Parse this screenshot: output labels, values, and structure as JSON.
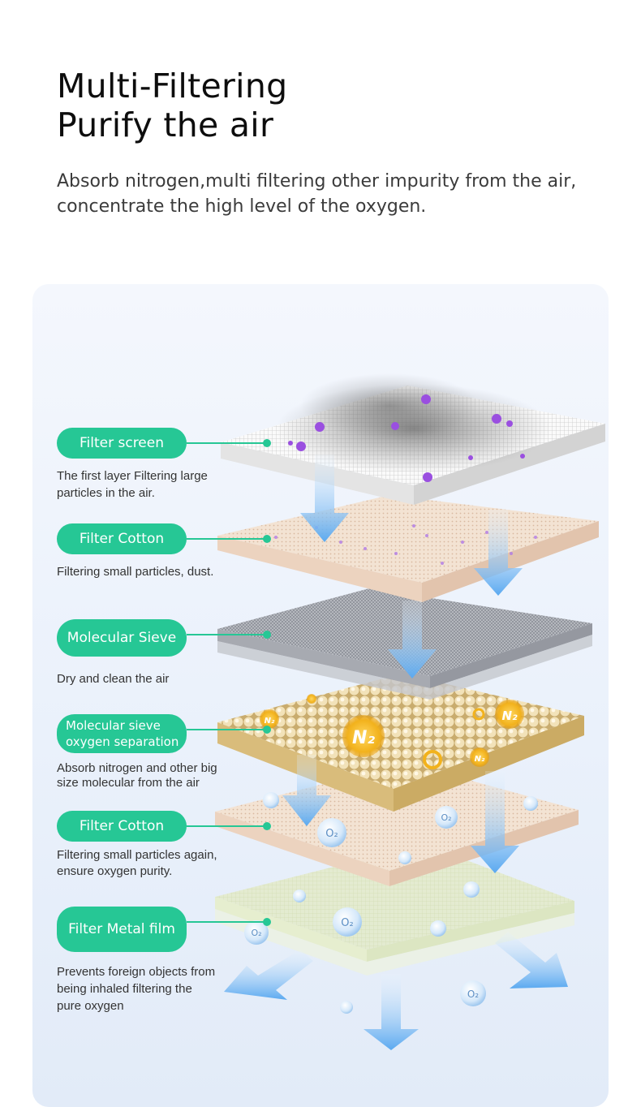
{
  "header": {
    "title_line1": "Multi-Filtering",
    "title_line2": "Purify the air",
    "subtitle_line1": "Absorb nitrogen,multi filtering other impurity from the air,",
    "subtitle_line2": "concentrate the high level of the oxygen."
  },
  "layers": [
    {
      "label": "Filter screen",
      "desc_lines": [
        "The first layer Filtering large",
        "particles in the air."
      ]
    },
    {
      "label": "Filter Cotton",
      "desc_lines": [
        "Filtering small particles, dust."
      ]
    },
    {
      "label": "Molecular Sieve",
      "desc_lines": [
        "Dry and clean the air"
      ]
    },
    {
      "label_lines": [
        "Molecular sieve",
        "oxygen separation"
      ],
      "desc_lines": [
        "Absorb nitrogen and other big",
        "size molecular from the air"
      ]
    },
    {
      "label": "Filter Cotton",
      "desc_lines": [
        "Filtering small particles again,",
        "ensure oxygen purity."
      ]
    },
    {
      "label": "Filter Metal film",
      "desc_lines": [
        "Prevents foreign objects from",
        "being inhaled filtering the",
        "pure oxygen"
      ]
    }
  ],
  "molecules": {
    "nitrogen": "N₂",
    "oxygen": "O₂"
  },
  "colors": {
    "accent": "#26c795",
    "panel": "#eaf1fb",
    "arrow": "#6ab4f2",
    "particle": "#9a4fe0",
    "nitrogen": "#f2b21c",
    "oxygen": "#6aa6df"
  }
}
